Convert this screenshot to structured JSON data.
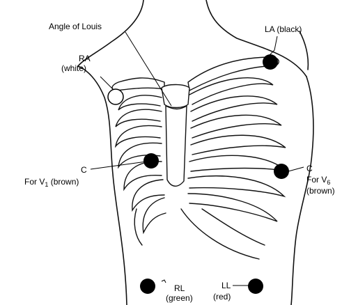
{
  "labels": {
    "angle_of_louis": "Angle of Louis",
    "la": "LA (black)",
    "ra_line1": "RA",
    "ra_line2": "(white)",
    "c_left": "C",
    "for_v1_prefix": "For V",
    "v1_sub": "1",
    "v1_suffix": " (brown)",
    "c_right": "C",
    "for_v6_prefix": "For V",
    "v6_sub": "6",
    "v6_brown": "(brown)",
    "rl": "RL",
    "green": "(green)",
    "ll": "LL",
    "red": "(red)"
  },
  "electrode_colors": {
    "filled": "#000000",
    "ra": "#ffffff"
  }
}
